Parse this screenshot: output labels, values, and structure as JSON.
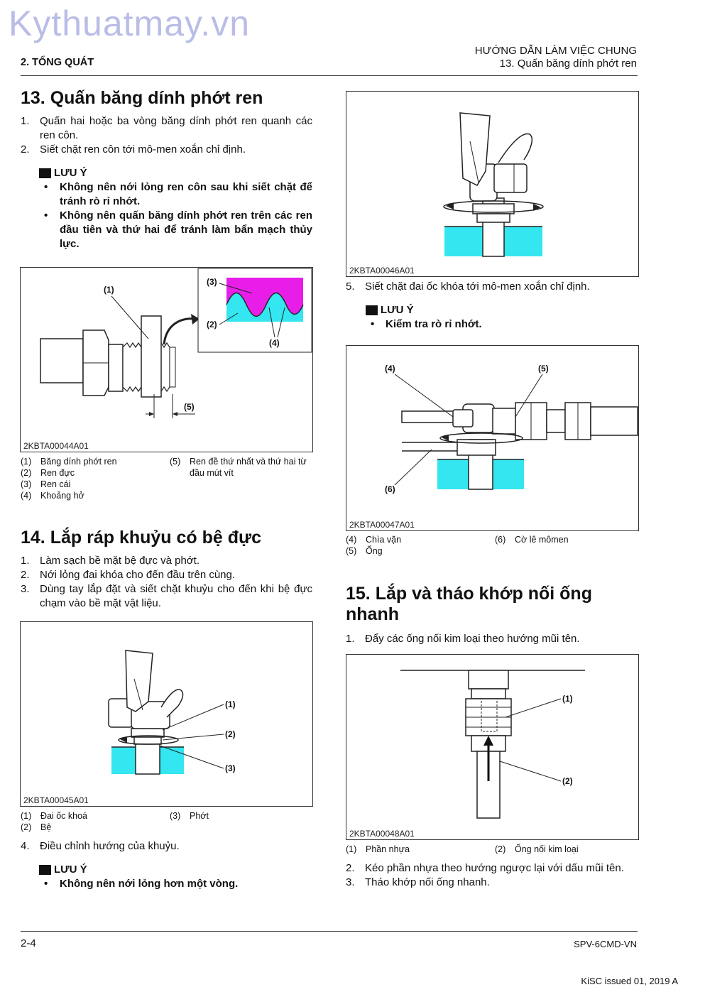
{
  "watermark": "Kythuatmay.vn",
  "header": {
    "section": "2. TỔNG QUÁT",
    "title": "HƯỚNG DẪN LÀM VIỆC CHUNG",
    "subtitle": "13. Quấn băng dính phớt ren"
  },
  "sec13": {
    "title": "13. Quấn băng dính phớt ren",
    "steps": [
      {
        "num": "1.",
        "text": "Quấn hai hoặc ba vòng băng dính phớt ren quanh các ren côn."
      },
      {
        "num": "2.",
        "text": "Siết chặt ren côn tới mô-men xoắn chỉ định."
      }
    ],
    "note_label": "LƯU Ý",
    "notes": [
      "Không nên nới lỏng ren côn sau khi siết chặt để tránh rò rỉ nhớt.",
      "Không nên quấn băng dính phớt ren trên các ren đầu tiên và thứ hai để tránh làm bẩn mạch thủy lực."
    ],
    "fig_code": "2KBTA00044A01",
    "fig_labels": [
      "(1)",
      "(2)",
      "(3)",
      "(4)",
      "(5)"
    ],
    "captions": [
      {
        "n": "(1)",
        "t": "Băng dính phớt ren"
      },
      {
        "n": "(2)",
        "t": "Ren đực"
      },
      {
        "n": "(3)",
        "t": "Ren cái"
      },
      {
        "n": "(4)",
        "t": "Khoảng hở"
      },
      {
        "n": "(5)",
        "t": "Ren đề thứ nhất và thứ hai từ đầu mút vít"
      }
    ]
  },
  "sec14": {
    "title": "14. Lắp ráp khuỷu có bệ đực",
    "steps": [
      {
        "num": "1.",
        "text": "Làm sạch bề mặt bệ đực và phớt."
      },
      {
        "num": "2.",
        "text": "Nới lỏng đai khóa cho đến đầu trên cùng."
      },
      {
        "num": "3.",
        "text": "Dùng tay lắp đặt và siết chặt khuỷu cho đến khi bệ đực chạm vào bề mặt vật liệu."
      }
    ],
    "fig_code": "2KBTA00045A01",
    "fig_labels": [
      "(1)",
      "(2)",
      "(3)"
    ],
    "captions": [
      {
        "n": "(1)",
        "t": "Đai ốc khoá"
      },
      {
        "n": "(2)",
        "t": "Bệ"
      },
      {
        "n": "(3)",
        "t": "Phớt"
      }
    ],
    "step4": {
      "num": "4.",
      "text": "Điều chỉnh hướng của khuỷu."
    },
    "note_label": "LƯU Ý",
    "notes": [
      "Không nên nới lỏng hơn một vòng."
    ]
  },
  "right": {
    "fig46_code": "2KBTA00046A01",
    "step5": {
      "num": "5.",
      "text": "Siết chặt đai ốc khóa tới mô-men xoắn chỉ định."
    },
    "note_label": "LƯU Ý",
    "notes": [
      "Kiểm tra rò rỉ nhớt."
    ],
    "fig47_code": "2KBTA00047A01",
    "fig47_labels": [
      "(4)",
      "(5)",
      "(6)"
    ],
    "captions47": [
      {
        "n": "(4)",
        "t": "Chìa vặn"
      },
      {
        "n": "(5)",
        "t": "Ống"
      },
      {
        "n": "(6)",
        "t": "Cờ lê mômen"
      }
    ]
  },
  "sec15": {
    "title": "15. Lắp và tháo khớp nối ống nhanh",
    "steps": [
      {
        "num": "1.",
        "text": "Đẩy các ống nối kim loại theo hướng mũi tên."
      }
    ],
    "fig_code": "2KBTA00048A01",
    "fig_labels": [
      "(1)",
      "(2)"
    ],
    "captions": [
      {
        "n": "(1)",
        "t": "Phần nhựa"
      },
      {
        "n": "(2)",
        "t": "Ống nối kim loại"
      }
    ],
    "steps2": [
      {
        "num": "2.",
        "text": "Kéo phần nhựa theo hướng ngược lại với dấu mũi tên."
      },
      {
        "num": "3.",
        "text": "Tháo khớp nối ống nhanh."
      }
    ]
  },
  "footer": {
    "page": "2-4",
    "doc": "SPV-6CMD-VN",
    "issued": "KiSC issued 01, 2019 A"
  },
  "colors": {
    "cyan": "#33e6f0",
    "magenta": "#e81ee8"
  }
}
